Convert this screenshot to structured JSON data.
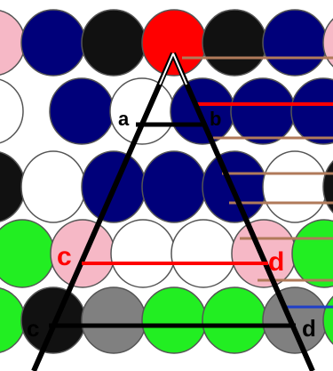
{
  "colors": {
    "navy": "#00007a",
    "black": "#111111",
    "red": "#ff0000",
    "white": "#ffffff",
    "green": "#22ee22",
    "pink": "#f6b8c6",
    "gray": "#808080",
    "brown": "#b07a5a",
    "blue": "#1f3fc8"
  },
  "labels": {
    "a": "a",
    "b": "b",
    "c_red": "c",
    "d_red": "d",
    "c": "c",
    "d": "d"
  },
  "rows": [
    [
      "pink",
      "navy",
      "black",
      "red",
      "black",
      "navy",
      "pink"
    ],
    [
      "navy",
      "white",
      "navy",
      "navy",
      "navy"
    ],
    [
      "black",
      "white",
      "navy",
      "navy",
      "navy",
      "white",
      "black"
    ],
    [
      "green",
      "pink",
      "white",
      "white",
      "pink",
      "green"
    ],
    [
      "green",
      "black",
      "gray",
      "green",
      "green",
      "gray",
      "green"
    ]
  ]
}
